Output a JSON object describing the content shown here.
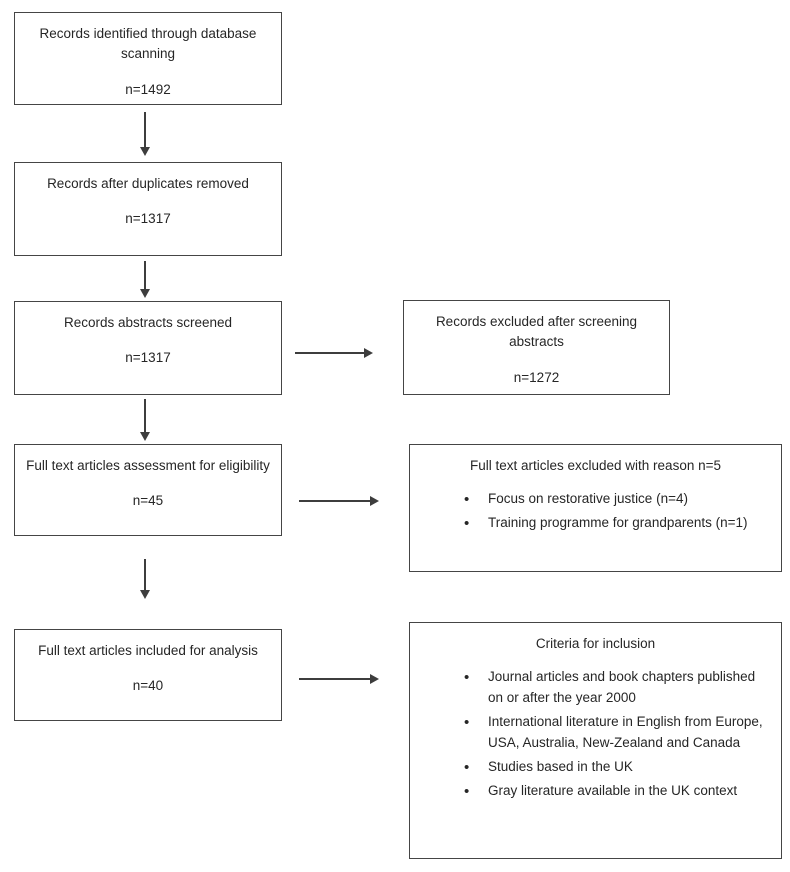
{
  "diagram": {
    "type": "prisma-flowchart",
    "colors": {
      "background": "#ffffff",
      "box_border": "#454545",
      "text": "#262626",
      "arrow": "#3d3d3d"
    },
    "left_boxes": [
      {
        "title": "Records identified through database scanning",
        "count": "n=1492"
      },
      {
        "title": "Records after duplicates removed",
        "count": "n=1317"
      },
      {
        "title": "Records abstracts screened",
        "count": "n=1317"
      },
      {
        "title": "Full text articles assessment for eligibility",
        "count": "n=45"
      },
      {
        "title": "Full text articles included for analysis",
        "count": "n=40"
      }
    ],
    "right_boxes": [
      {
        "title": "Records excluded after screening abstracts",
        "count": "n=1272",
        "bullets": []
      },
      {
        "title": "Full text articles excluded with reason n=5",
        "bullets": [
          "Focus on restorative justice (n=4)",
          "Training programme for grandparents (n=1)"
        ]
      },
      {
        "title": "Criteria for inclusion",
        "bullets": [
          "Journal articles and book chapters published on or after the year 2000",
          "International literature in English from Europe, USA, Australia, New-Zealand and Canada",
          "Studies based in the UK",
          "Gray literature available in the UK context"
        ]
      }
    ]
  }
}
